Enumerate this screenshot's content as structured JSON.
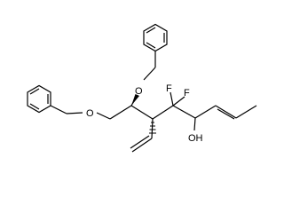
{
  "molecule": {
    "atom_labels": {
      "o_upper": "O",
      "o_left": "O",
      "f_left": "F",
      "f_right": "F",
      "oh": "OH"
    },
    "colors": {
      "bond": "#000000",
      "background": "#ffffff"
    }
  }
}
